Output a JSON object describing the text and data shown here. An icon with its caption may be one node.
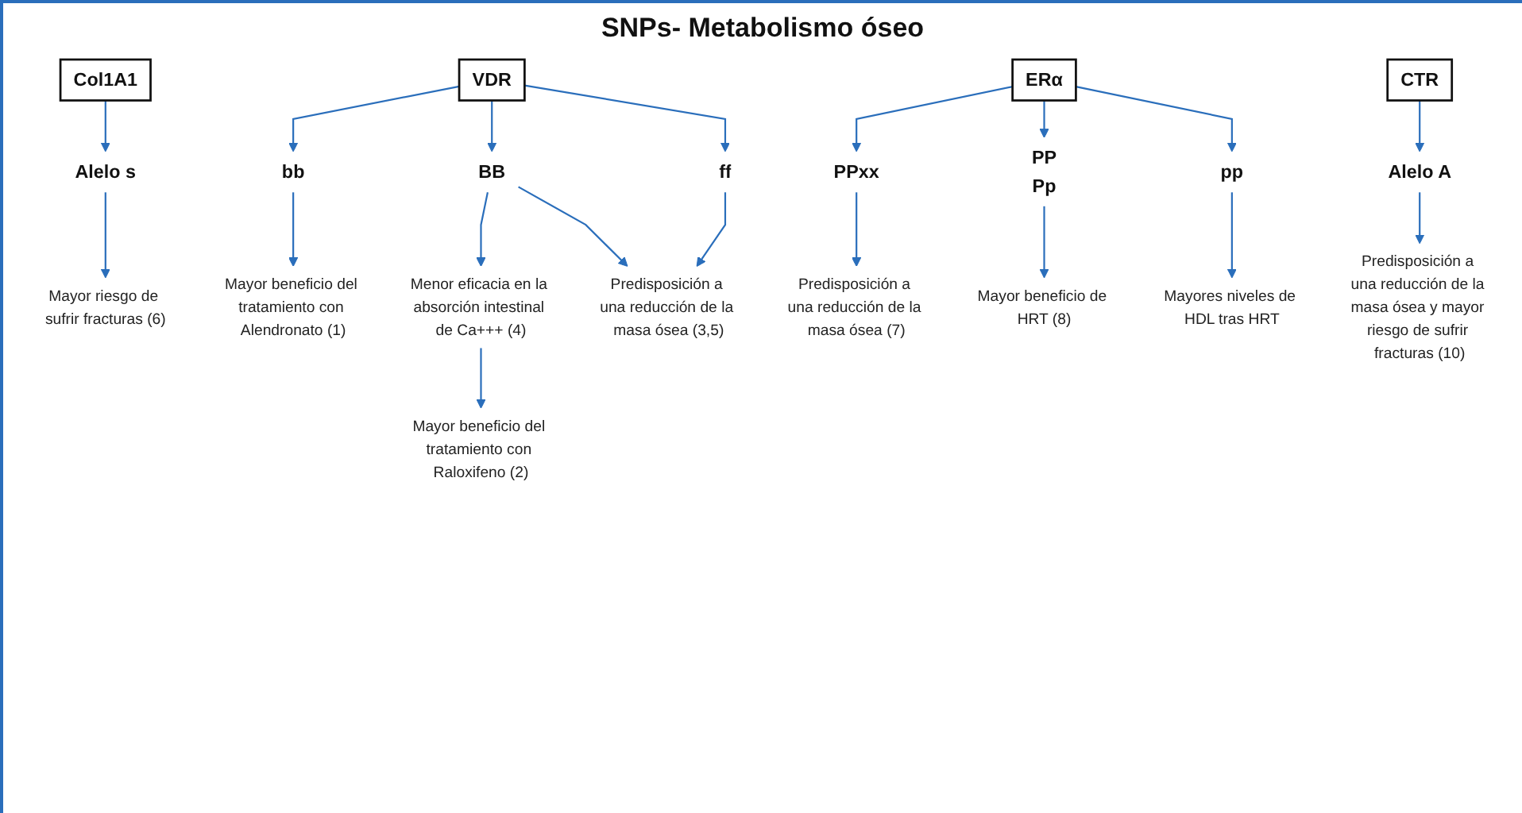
{
  "diagram": {
    "title": "SNPs- Metabolismo óseo",
    "nodes": [
      {
        "text": [
          "Col1A1"
        ]
      },
      {
        "text": [
          "VDR"
        ]
      },
      {
        "text": [
          "ERα"
        ]
      },
      {
        "text": [
          "CTR"
        ]
      },
      {
        "text": [
          "Alelo s"
        ]
      },
      {
        "text": [
          "bb"
        ]
      },
      {
        "text": [
          "BB"
        ]
      },
      {
        "text": [
          "ff"
        ]
      },
      {
        "text": [
          "PPxx"
        ]
      },
      {
        "text": [
          "PP",
          "Pp"
        ]
      },
      {
        "text": [
          "pp"
        ]
      },
      {
        "text": [
          "Alelo A"
        ]
      },
      {
        "text": [
          "Mayor riesgo de sufrir fracturas (6)"
        ]
      },
      {
        "text": [
          "Menor eficacia en la absorción intestinal de Ca+++ (4)"
        ]
      },
      {
        "text": [
          "Predisposición a una reducción de la masa ósea (3,5)"
        ]
      },
      {
        "text": [
          "Mayor beneficio de HRT (8)"
        ]
      },
      {
        "text": [
          "Mayores niveles de HDL tras HRT"
        ]
      },
      {
        "text": [
          "Predisposición a una reducción de la masa ósea y mayor riesgo de sufrir fracturas (10)"
        ]
      },
      {
        "text": [
          "Mayor beneficio del tratamiento con Alendronato (1)"
        ]
      },
      {
        "text": [
          "Mayor beneficio del tratamiento con Raloxifeno (2)"
        ]
      },
      {
        "text": [
          "Predisposición a una reducción de la masa ósea (7)"
        ]
      }
    ],
    "edges": [
      {
        "from": 0,
        "to": 4,
        "arrow": "to"
      },
      {
        "from": 4,
        "to": 12,
        "arrow": "to"
      },
      {
        "from": 1,
        "to": 5,
        "arrow": "to"
      },
      {
        "from": 1,
        "to": 6,
        "arrow": "to"
      },
      {
        "from": 1,
        "to": 7,
        "arrow": "to"
      },
      {
        "from": 5,
        "to": 18,
        "arrow": "to"
      },
      {
        "from": 6,
        "to": 13,
        "arrow": "to"
      },
      {
        "from": 6,
        "to": 14,
        "arrow": "to"
      },
      {
        "from": 7,
        "to": 14,
        "arrow": "to"
      },
      {
        "from": 13,
        "to": 19,
        "arrow": "to"
      },
      {
        "from": 2,
        "to": 8,
        "arrow": "to"
      },
      {
        "from": 2,
        "to": 9,
        "arrow": "to"
      },
      {
        "from": 2,
        "to": 10,
        "arrow": "to"
      },
      {
        "from": 8,
        "to": 20,
        "arrow": "to"
      },
      {
        "from": 9,
        "to": 15,
        "arrow": "to"
      },
      {
        "from": 10,
        "to": 16,
        "arrow": "to"
      },
      {
        "from": 3,
        "to": 11,
        "arrow": "to"
      },
      {
        "from": 11,
        "to": 17,
        "arrow": "to"
      }
    ]
  }
}
